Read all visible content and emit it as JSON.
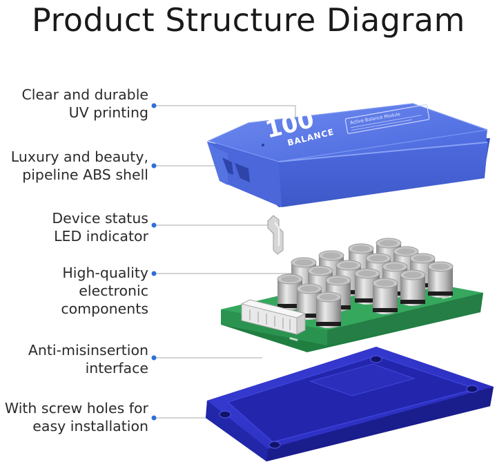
{
  "title": "Product Structure Diagram",
  "callouts": [
    {
      "lines": [
        "Clear and durable",
        "UV printing"
      ]
    },
    {
      "lines": [
        "Luxury and beauty,",
        "pipeline ABS shell"
      ]
    },
    {
      "lines": [
        "Device status",
        "LED indicator"
      ]
    },
    {
      "lines": [
        "High-quality",
        "electronic",
        "components"
      ]
    },
    {
      "lines": [
        "Anti-misinsertion",
        "interface"
      ]
    },
    {
      "lines": [
        "With screw holes for",
        "easy installation"
      ]
    }
  ],
  "product": {
    "logo_number": "100",
    "logo_word": "BALANCE",
    "lid_label": "Active Balance Module"
  },
  "colors": {
    "lid_blue": "#4f6fe0",
    "base_blue": "#2b2fc4",
    "pcb_green": "#2fa35a",
    "dot_blue": "#2f6fd6"
  }
}
